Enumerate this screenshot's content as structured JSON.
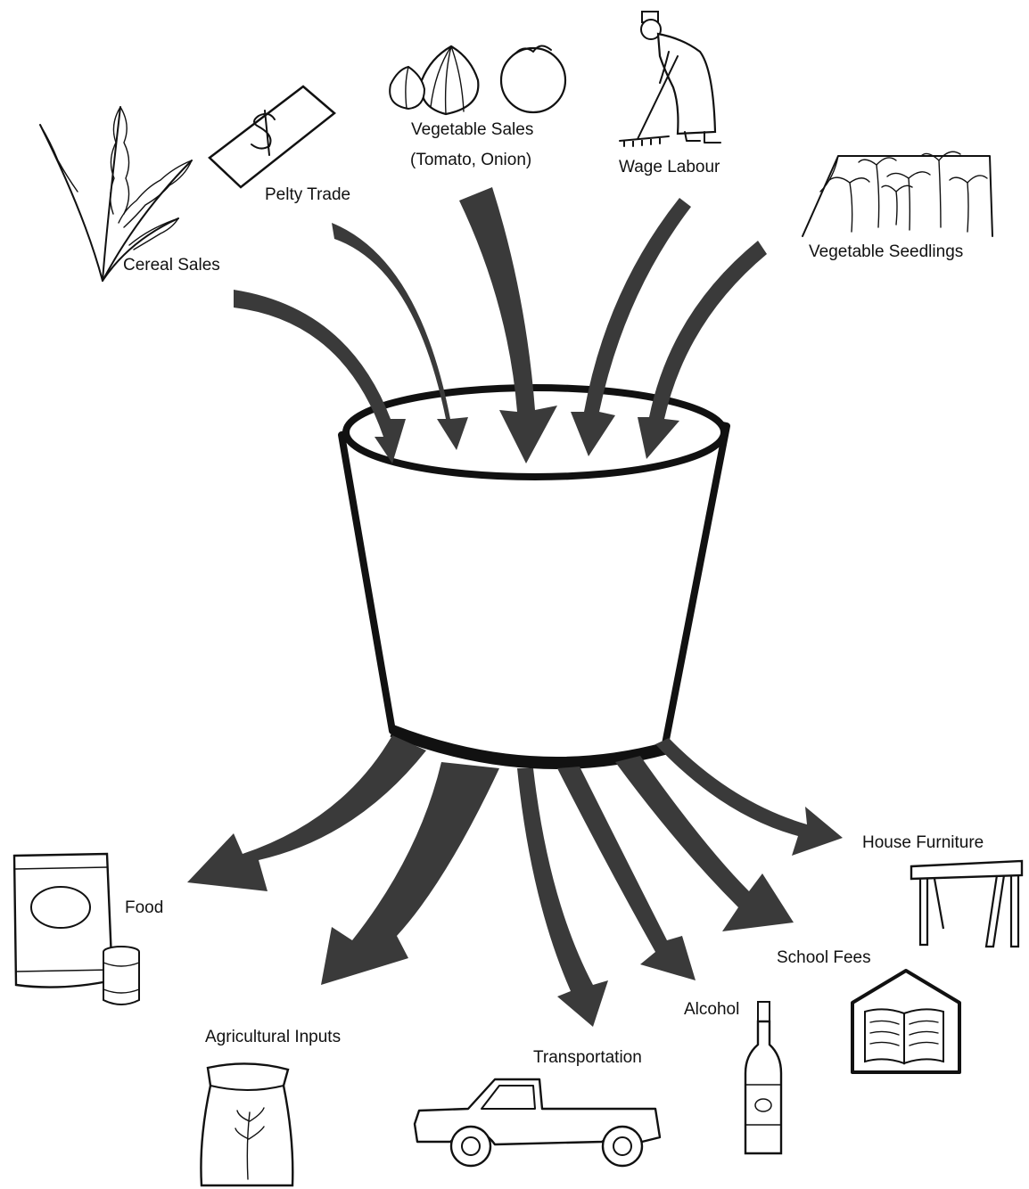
{
  "inflows": {
    "cereal_sales": "Cereal Sales",
    "pelty_trade": "Pelty Trade",
    "vegetable_sales": "Vegetable Sales",
    "vegetable_sales_detail": "(Tomato, Onion)",
    "wage_labour": "Wage Labour",
    "vegetable_seedlings": "Vegetable Seedlings"
  },
  "outflows": {
    "food": "Food",
    "agricultural_inputs": "Agricultural Inputs",
    "transportation": "Transportation",
    "alcohol": "Alcohol",
    "school_fees": "School Fees",
    "house_furniture": "House Furniture"
  },
  "colors": {
    "arrow": "#3a3a3a",
    "ink": "#111111",
    "background": "#ffffff"
  },
  "icons": {
    "cereal": "wheat-icon",
    "pelty": "dollar-bill-icon",
    "vegetables": "onion-tomato-icon",
    "labour": "farm-worker-icon",
    "seedlings": "seedlings-icon",
    "food": "food-bag-icon",
    "inputs": "seed-sack-icon",
    "transport": "pickup-truck-icon",
    "alcohol": "bottle-icon",
    "school": "schoolbook-icon",
    "furniture": "table-icon"
  }
}
